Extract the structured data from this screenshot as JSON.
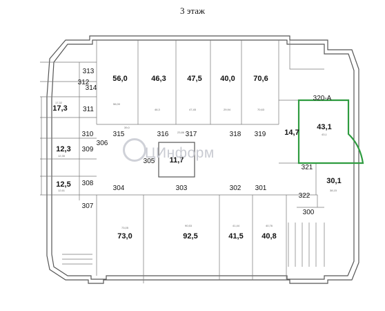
{
  "floor_title": "3 этаж",
  "watermark": "ЦИнформ",
  "rooms": [
    {
      "id": "r1",
      "area": "56,0"
    },
    {
      "id": "r2",
      "area": "46,3"
    },
    {
      "id": "r3",
      "area": "47,5"
    },
    {
      "id": "r4",
      "area": "40,0"
    },
    {
      "id": "r5",
      "area": "70,6"
    },
    {
      "id": "r6",
      "area": "43,1",
      "highlight": true
    },
    {
      "id": "r7",
      "area": "14,7"
    },
    {
      "id": "r8",
      "area": "11,7"
    },
    {
      "id": "r9",
      "area": "17,3"
    },
    {
      "id": "r10",
      "area": "12,3"
    },
    {
      "id": "r11",
      "area": "12,5"
    },
    {
      "id": "r12",
      "area": "30,1"
    },
    {
      "id": "r13",
      "area": "73,0"
    },
    {
      "id": "r14",
      "area": "92,5"
    },
    {
      "id": "r15",
      "area": "41,5"
    },
    {
      "id": "r16",
      "area": "40,8"
    }
  ],
  "room_numbers": [
    "313",
    "312",
    "314",
    "311",
    "310",
    "309",
    "306",
    "308",
    "307",
    "315",
    "316",
    "317",
    "318",
    "319",
    "320-А",
    "321",
    "322",
    "300",
    "305",
    "304",
    "303",
    "302",
    "301"
  ],
  "tiny_labels": [
    "56,00",
    "46,3",
    "47,45",
    "29,94",
    "70,63",
    "43,1",
    "23,86",
    "38,15",
    "90,53",
    "41,44",
    "40,76",
    "73,05",
    "39,0",
    "17,32",
    "12,35",
    "12,61"
  ],
  "colors": {
    "highlight": "#2e9b3f",
    "wall": "#555555",
    "watermark": "#c9cbd2"
  }
}
